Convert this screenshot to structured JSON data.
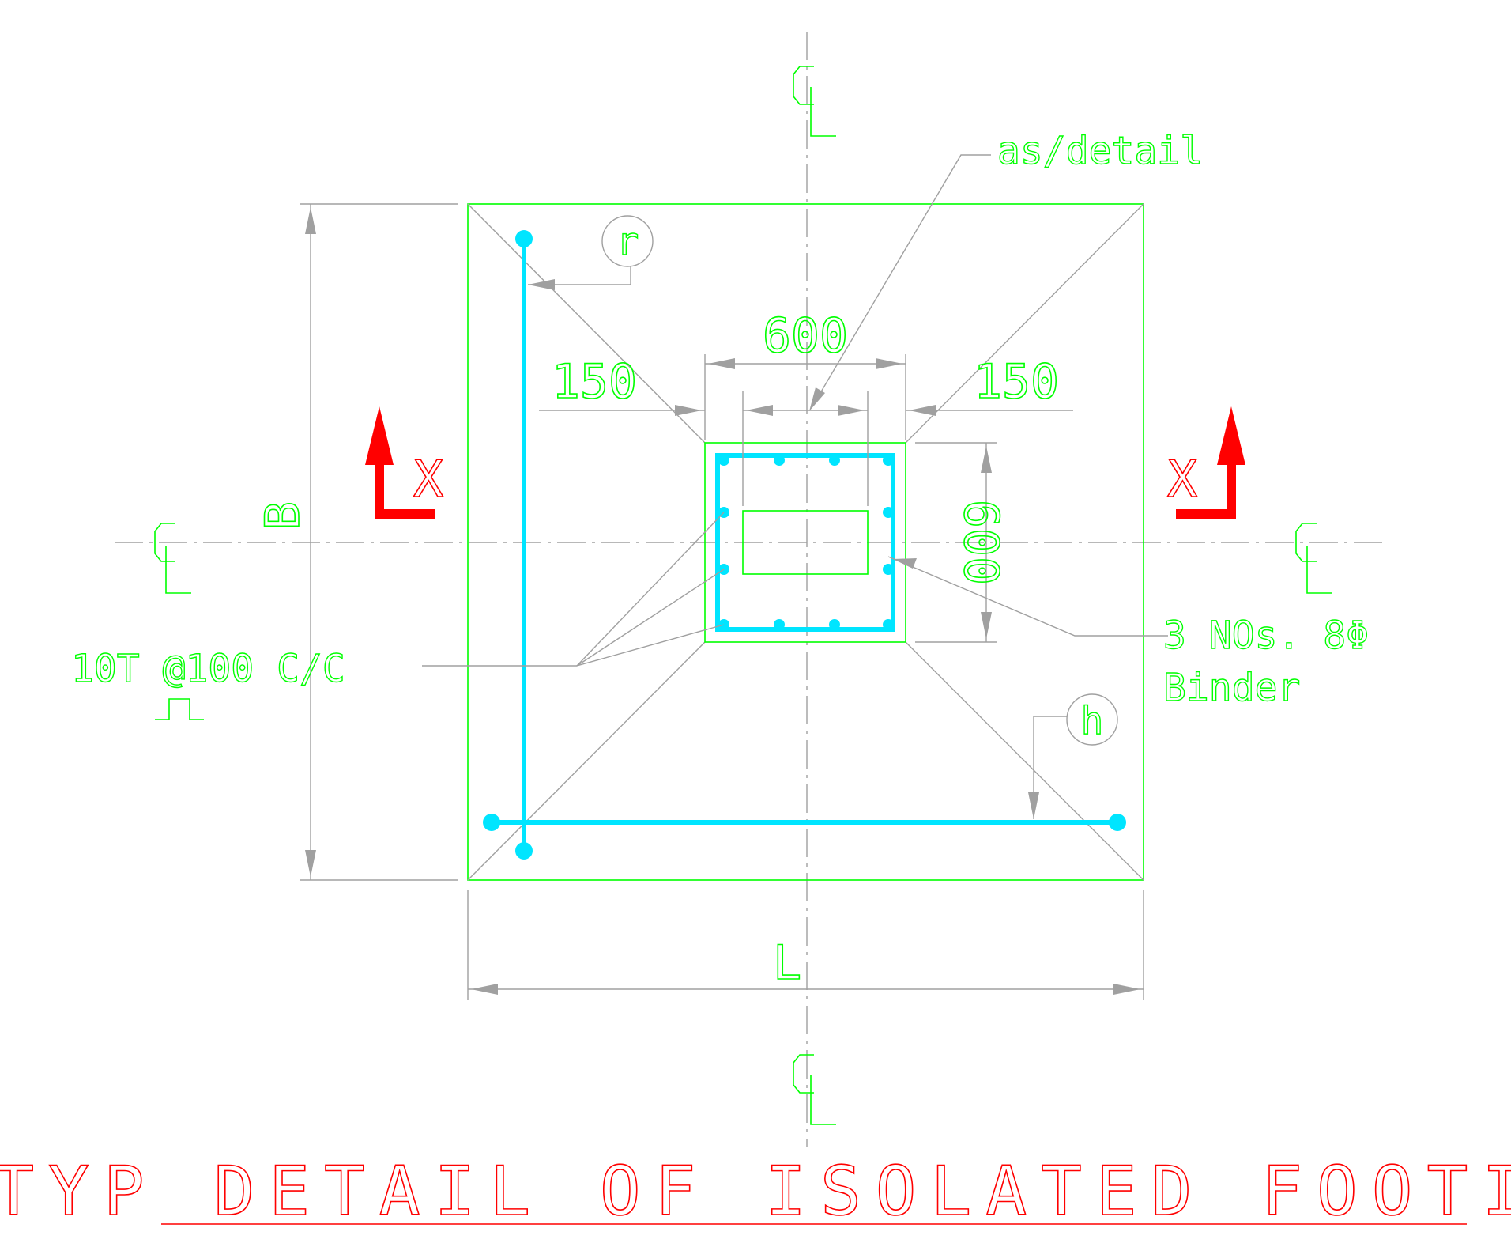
{
  "title": "TYP DETAIL OF ISOLATED FOOTING",
  "labels": {
    "as_detail": "as/detail",
    "dim_600_top": "600",
    "dim_150_left": "150",
    "dim_150_right": "150",
    "dim_600_side": "600",
    "dim_B": "B",
    "dim_L": "L",
    "bar_spec": "10T @100 C/C",
    "binder_line1": "3 NOs. 8Φ",
    "binder_line2": "Binder",
    "section_left": "X",
    "section_right": "X",
    "callout_r": "r",
    "callout_h": "h"
  },
  "colors": {
    "outline": "#00ff00",
    "dimension": "#a0a0a0",
    "rebar": "#00e5ff",
    "section_marker": "#ff0000",
    "title": "#ff0000"
  }
}
